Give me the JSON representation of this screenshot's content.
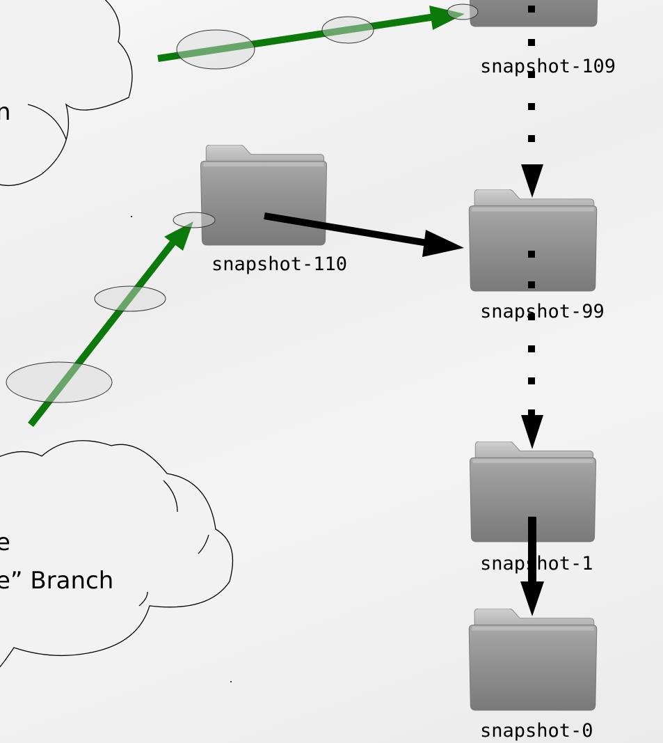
{
  "snapshots": {
    "s109": "snapshot-109",
    "s110": "snapshot-110",
    "s99": "snapshot-99",
    "s1": "snapshot-1",
    "s0": "snapshot-0"
  },
  "clouds": {
    "top_text": "n",
    "bottom_line1": "e",
    "bottom_line2": "e” Branch"
  },
  "colors": {
    "branch_arrow": "#0b7a0b",
    "link_arrow": "#000000",
    "folder": "#8e8e8e"
  }
}
